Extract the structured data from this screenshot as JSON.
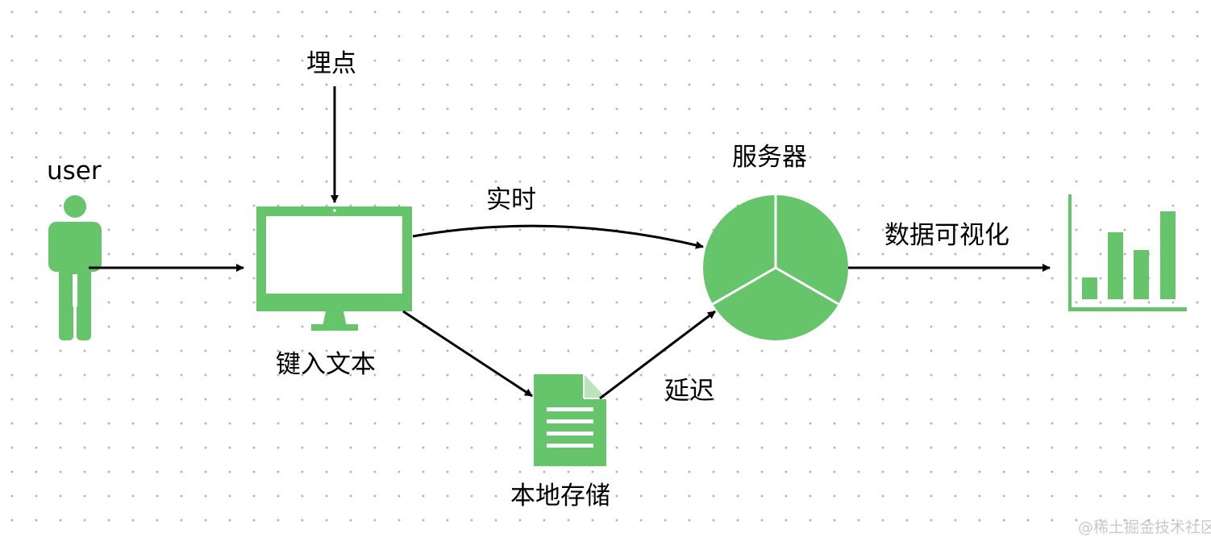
{
  "nodes": {
    "user": "user",
    "tracking": "埋点",
    "input_text": "键入文本",
    "server": "服务器",
    "local_storage": "本地存储"
  },
  "edges": {
    "realtime": "实时",
    "delayed": "延迟",
    "visualization": "数据可视化"
  },
  "watermark": "@稀土掘金技术社区",
  "colors": {
    "accent": "#66c46a",
    "arrow": "#000000",
    "grid_dot": "#b5b5b5"
  },
  "icons": {
    "user": "person-icon",
    "input_text": "monitor-icon",
    "server": "pie-chart-icon",
    "local_storage": "document-icon",
    "visualization": "bar-chart-icon"
  }
}
